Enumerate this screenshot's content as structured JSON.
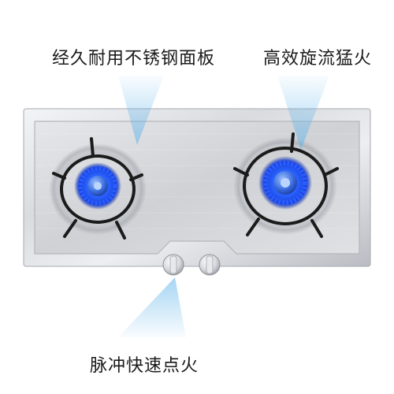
{
  "callouts": {
    "panel": "经久耐用不锈钢面板",
    "flame": "高效旋流猛火",
    "ignition": "脉冲快速点火"
  },
  "colors": {
    "steel_light": "#e9eaec",
    "steel_mid": "#c9cbcf",
    "steel_dark": "#9a9da3",
    "flame_blue": "#1f5bff",
    "flame_core": "#5fa0ff",
    "beam": "#5fb4ea",
    "grate": "#1b1b1b"
  },
  "icons": {
    "left_burner": "gas-burner-icon",
    "right_burner": "gas-burner-icon",
    "left_knob": "knob-icon",
    "right_knob": "knob-icon"
  }
}
